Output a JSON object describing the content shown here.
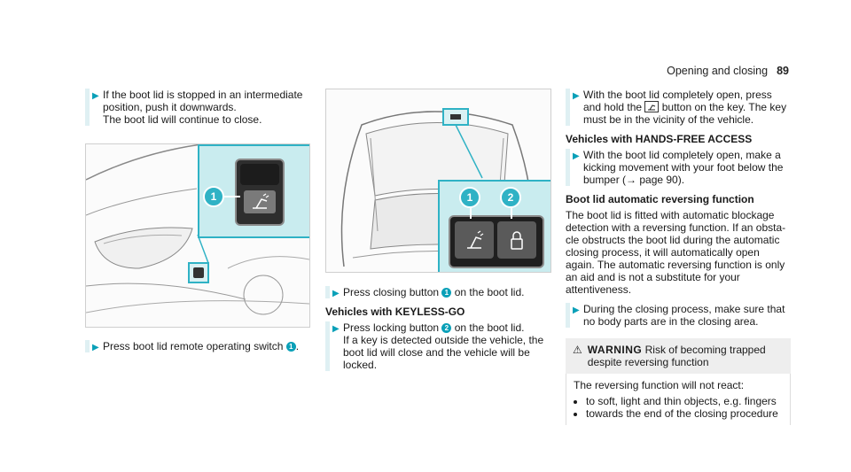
{
  "header": {
    "section": "Opening and closing",
    "page": "89"
  },
  "col1": {
    "step1_lines": [
      "If the boot lid is stopped in an intermediate",
      "position, push it downwards.",
      "The boot lid will continue to close."
    ],
    "step2": "Press boot lid remote operating switch",
    "step2_num": "1"
  },
  "col2": {
    "step1": "Press closing button",
    "step1_num": "1",
    "step1_tail": "on the boot lid.",
    "heading": "Vehicles with KEYLESS-GO",
    "step2": "Press locking button",
    "step2_num": "2",
    "step2_tail": "on the boot lid.",
    "step2_more": "If a key is detected outside the vehicle, the boot lid will close and the vehicle will be locked.",
    "callouts": [
      "1",
      "2"
    ]
  },
  "col3": {
    "step1": "With the boot lid completely open, press and hold the",
    "step1_icon": "boot-lid-icon",
    "step1_tail": "button on the key. The key must be in the vicinity of the vehicle.",
    "heading1": "Vehicles with HANDS-FREE ACCESS",
    "step2": "With the boot lid completely open, make a kicking movement with your foot below the bumper (→ page 90).",
    "heading2": "Boot lid automatic reversing function",
    "para": "The boot lid is fitted with automatic blockage detection with a reversing function. If an obsta-cle obstructs the boot lid during the automatic closing process, it will automatically open again. The automatic reversing function is only an aid and is not a substitute for your attentiveness.",
    "step3": "During the closing process, make sure that no body parts are in the closing area.",
    "warning": {
      "title": "WARNING",
      "title_rest": "Risk of becoming trapped despite reversing function",
      "intro": "The reversing function will not react:",
      "items": [
        "to soft, light and thin objects, e.g. fingers",
        "towards the end of the closing procedure"
      ]
    }
  },
  "illus1_callout": "1"
}
